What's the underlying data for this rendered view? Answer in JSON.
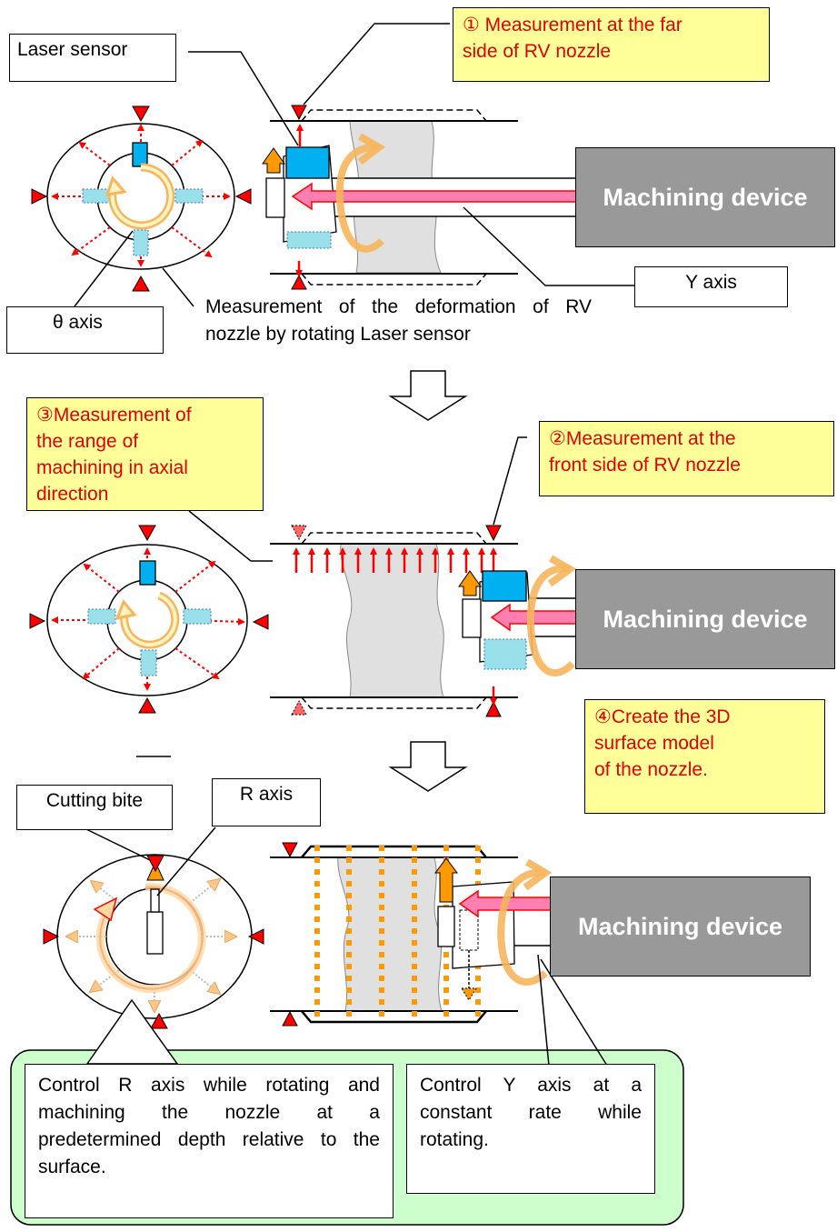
{
  "labels": {
    "laser_sensor": "Laser sensor",
    "theta_axis": "θ axis",
    "y_axis": "Y axis",
    "r_axis": "R axis",
    "cutting_bite": "Cutting bite",
    "measurement_caption": "Measurement of the deformation of RV nozzle by rotating Laser sensor"
  },
  "notes": {
    "step1": "① Measurement at the far\n    side of RV nozzle",
    "step2": "②Measurement at the\nfront side of RV nozzle",
    "step3": "③Measurement of\nthe range of\nmachining in axial\ndirection",
    "step4": "④Create the 3D\n  surface model\n  of the nozzle."
  },
  "devices": {
    "d1": "Machining device",
    "d2": "Machining device",
    "d3": "Machining device"
  },
  "bottom_panel": {
    "r_control": "Control R axis while rotating and machining the nozzle at a predetermined depth relative to the surface.",
    "y_control": "Control Y axis at a constant rate while rotating."
  },
  "colors": {
    "note_fill": "#ffff99",
    "note_text": "#e00000",
    "device_fill": "#999999",
    "sensor_blue": "#00b0f0",
    "sensor_ghost": "#99e0ea",
    "arrow_red": "#ff0000",
    "arrow_pink": "#ff7fb0",
    "rotation_orange": "#f7b55d",
    "cut_orange": "#ff9900",
    "panel_green": "#ccffcc"
  }
}
